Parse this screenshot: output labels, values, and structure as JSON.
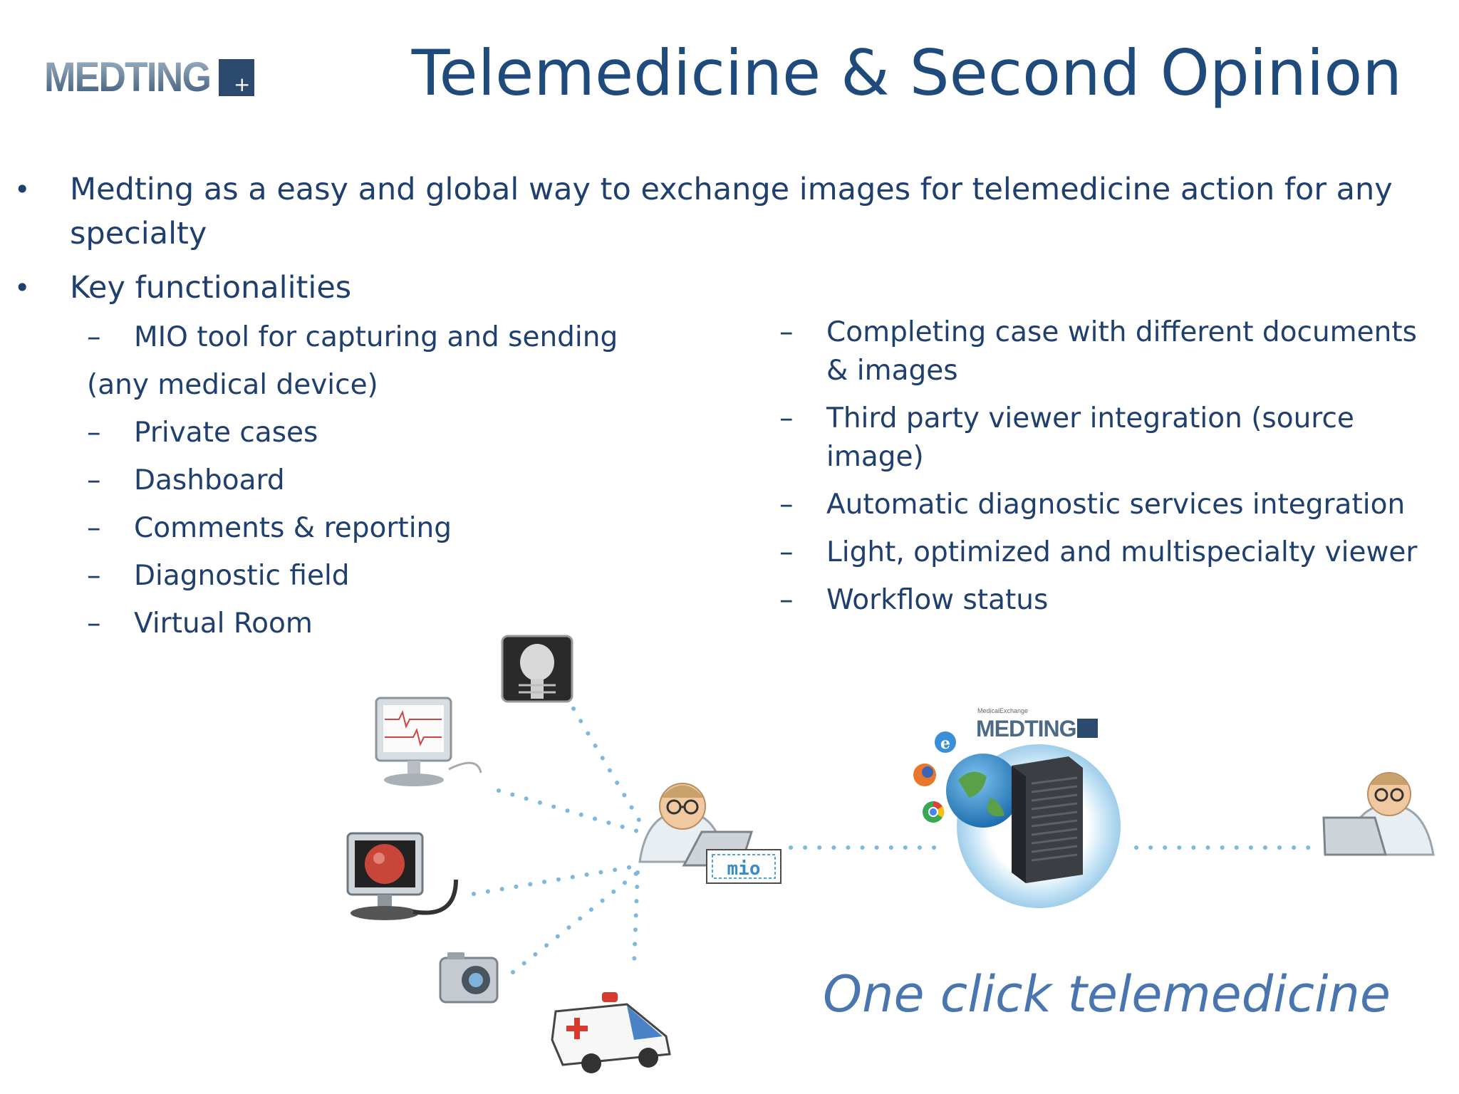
{
  "logo": {
    "text": "MEDTING"
  },
  "title": "Telemedicine & Second Opinion",
  "bullets": [
    "Medting as a easy and global way to exchange images for telemedicine action for any specialty",
    "Key functionalities"
  ],
  "left_items": {
    "first": "MIO tool for capturing and sending",
    "first_cont": "(any medical device)",
    "rest": [
      "Private cases",
      "Dashboard",
      "Comments & reporting",
      "Diagnostic field",
      "Virtual Room"
    ]
  },
  "right_items": [
    "Completing case with different documents & images",
    "Third party viewer integration (source image)",
    "Automatic diagnostic services integration",
    "Light, optimized and multispecialty viewer",
    "Workflow status"
  ],
  "dash": "–",
  "bullet_glyph": "•",
  "diagram": {
    "mio_label": "mio",
    "server_caption": "MedicalExchange",
    "server_logo": "MEDTING"
  },
  "tagline": "One click telemedicine",
  "colors": {
    "title": "#1f4a7c",
    "text": "#1f3f6e",
    "tagline": "#4a76b0",
    "dots": "#7fb8dc"
  }
}
